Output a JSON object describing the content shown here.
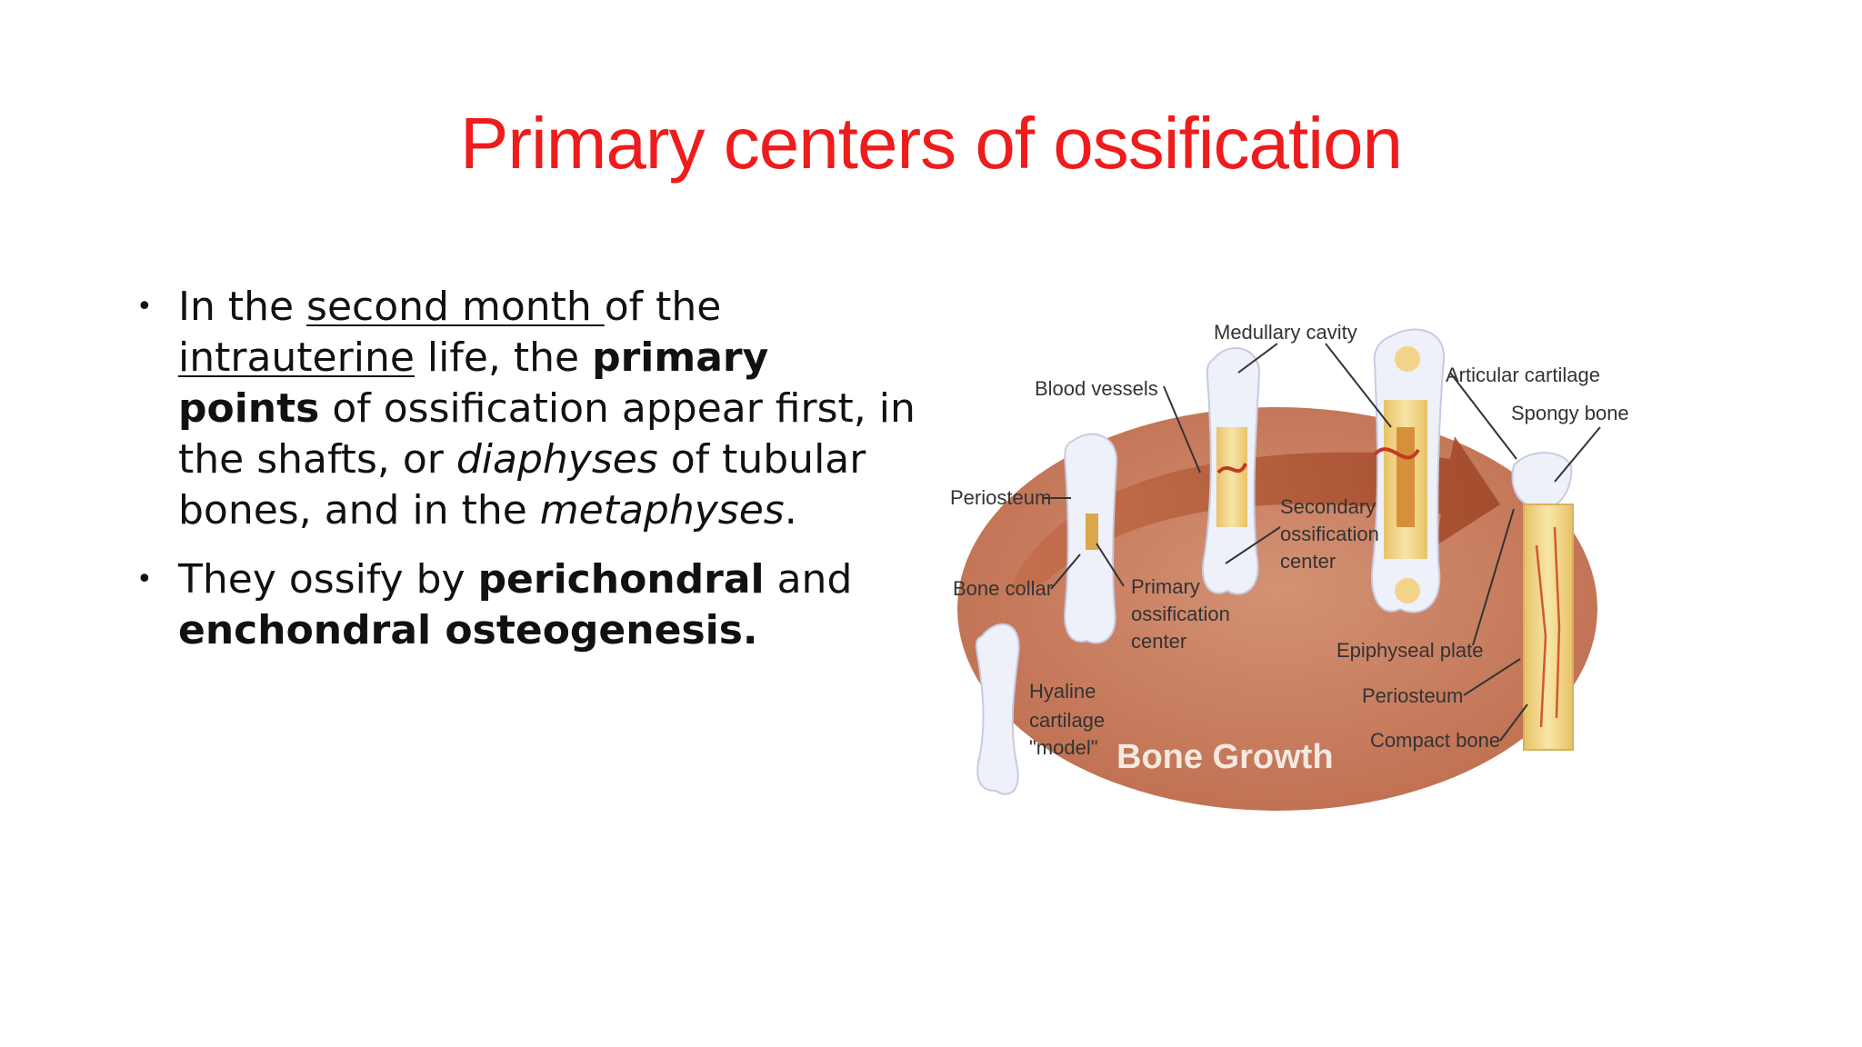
{
  "title": "Primary centers of ossification",
  "bullets": [
    {
      "t1": "In the ",
      "u1": "second month ",
      "t2": "of the ",
      "u2": "intrauterine",
      "t3": " life, the ",
      "b1": "primary points",
      "t4": " of ossification appear first, in the shafts, or ",
      "i1": "diaphyses",
      "t5": " of tubular bones, and in the ",
      "i2": "metaphyses",
      "t6": "."
    },
    {
      "t1": "They ossify by ",
      "b1": "perichondral",
      "t2": " and ",
      "b2": "enchondral osteogenesis."
    }
  ],
  "bullet_symbol": "•",
  "figure": {
    "title": "Bone Growth",
    "labels": {
      "medullary_cavity": "Medullary cavity",
      "blood_vessels": "Blood vessels",
      "articular_cartilage": "Articular cartilage",
      "spongy_bone": "Spongy bone",
      "periosteum_left": "Periosteum",
      "secondary_1": "Secondary",
      "secondary_2": "ossification",
      "secondary_3": "center",
      "bone_collar": "Bone collar",
      "primary_1": "Primary",
      "primary_2": "ossification",
      "primary_3": "center",
      "epiphyseal_plate": "Epiphyseal plate",
      "periosteum_right": "Periosteum",
      "compact_bone": "Compact bone",
      "hyaline_1": "Hyaline",
      "hyaline_2": "cartilage",
      "hyaline_3": "\"model\""
    }
  },
  "colors": {
    "title": "#ee1c1c",
    "disc": "#c87c5e",
    "disc_inner": "#b4603e",
    "arrow": "#a6502c",
    "cartilage": "#eef0fa",
    "bone_yellow": "#f4e2a0",
    "vessel": "#c23a22"
  }
}
